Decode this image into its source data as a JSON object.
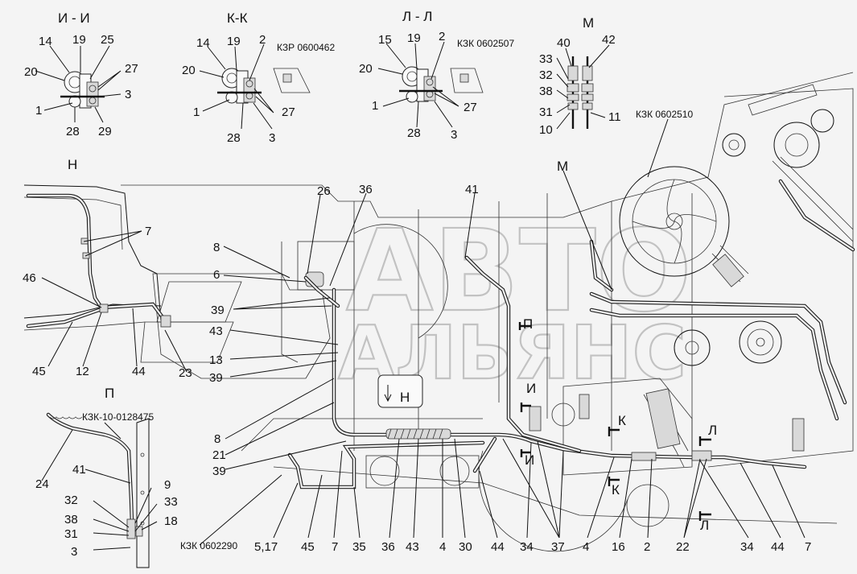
{
  "watermark": {
    "line1": "АВТО",
    "line2": "АЛЬЯНС"
  },
  "sections": {
    "ii": "И - И",
    "kk": "К-К",
    "ll": "Л - Л",
    "m": "М",
    "n": "Н",
    "p": "П",
    "m_main": "М",
    "n_arrow": "Н",
    "p_arrow": "П",
    "i_mark": "И",
    "i_mark2": "И",
    "k_mark": "К",
    "k_mark2": "К",
    "l_mark": "Л",
    "l_mark2": "Л"
  },
  "codes": {
    "kk": "КЗР 0600462",
    "ll": "КЗК 0602507",
    "main": "КЗК 0602510",
    "p": "КЗК-10-0128475",
    "bottom": "КЗК 0602290"
  },
  "labels_ii": [
    "14",
    "19",
    "25",
    "20",
    "27",
    "3",
    "1",
    "28",
    "29"
  ],
  "labels_kk": [
    "14",
    "19",
    "2",
    "20",
    "1",
    "27",
    "28",
    "3"
  ],
  "labels_ll": [
    "15",
    "19",
    "2",
    "20",
    "1",
    "27",
    "28",
    "3"
  ],
  "labels_m": [
    "40",
    "42",
    "33",
    "32",
    "38",
    "31",
    "10",
    "11"
  ],
  "labels_n": [
    "7",
    "46",
    "45",
    "12",
    "44",
    "23"
  ],
  "labels_p": [
    "24",
    "41",
    "9",
    "32",
    "33",
    "38",
    "18",
    "31",
    "3"
  ],
  "labels_main_left": [
    "26",
    "36",
    "8",
    "6",
    "39",
    "43",
    "13",
    "39",
    "8",
    "21",
    "39",
    "41"
  ],
  "labels_bottom": [
    "5,17",
    "45",
    "7",
    "35",
    "36",
    "43",
    "4",
    "30",
    "44",
    "34",
    "37",
    "4",
    "16",
    "2",
    "22",
    "34",
    "44",
    "7"
  ]
}
